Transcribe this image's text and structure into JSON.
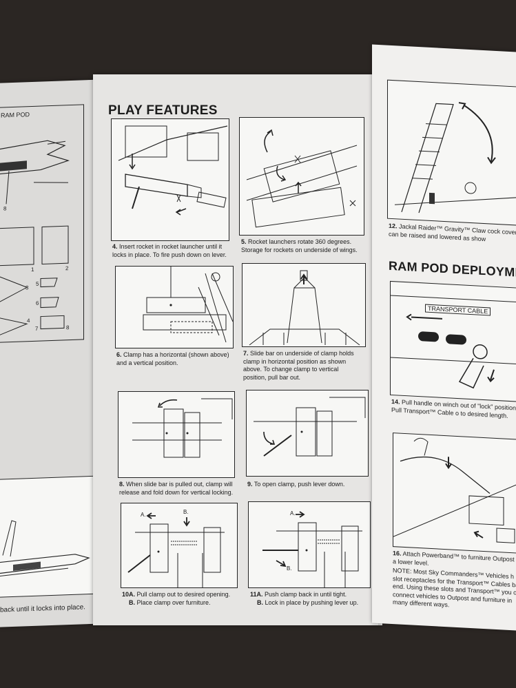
{
  "left_panel": {
    "header": "RAM POD",
    "callout_8": "8",
    "part_numbers": [
      "1",
      "2",
      "3",
      "4",
      "5",
      "6",
      "7",
      "8"
    ],
    "bottom_caption": "back until it locks into place."
  },
  "play_features": {
    "title": "PLAY FEATURES",
    "steps": [
      {
        "num": "4.",
        "text": "Insert rocket in rocket launcher until it locks in place. To fire push down on lever."
      },
      {
        "num": "5.",
        "text": "Rocket launchers rotate 360 degrees. Storage for rockets on underside of wings."
      },
      {
        "num": "6.",
        "text": "Clamp has a horizontal (shown above) and a vertical position."
      },
      {
        "num": "7.",
        "text": "Slide bar on underside of clamp holds clamp in horizontal position as shown above. To change clamp to vertical position, pull bar out."
      },
      {
        "num": "8.",
        "text": "When slide bar is pulled out, clamp will release and fold down for vertical locking."
      },
      {
        "num": "9.",
        "text": "To open clamp, push lever down."
      },
      {
        "num": "10A.",
        "text": "Pull clamp out to desired opening.",
        "sub_num": "B.",
        "sub_text": "Place clamp over furniture."
      },
      {
        "num": "11A.",
        "text": "Push clamp back in until tight.",
        "sub_num": "B.",
        "sub_text": "Lock in place by pushing lever up."
      }
    ],
    "fig_labels": {
      "a": "A.",
      "b": "B."
    }
  },
  "right_panel": {
    "step12": {
      "num": "12.",
      "text": "Jackal Raider™ Gravity™ Claw cock cover can be raised and lowered as show"
    },
    "ram_pod_title": "RAM POD DEPLOYME",
    "transport_cable_label": "TRANSPORT CABLE",
    "step14": {
      "num": "14.",
      "text": "Pull handle on winch out of \"lock\" position. Pull Transport™ Cable o to desired length."
    },
    "step16": {
      "num": "16.",
      "text": "Attach Powerband™ to furniture Outpost at a lower level."
    },
    "note": "NOTE: Most Sky Commanders™ Vehicles h slot receptacles for the Transport™ Cables bar end. Using these slots and Transport™ you can connect vehicles to Outpost and furniture in many different ways."
  }
}
